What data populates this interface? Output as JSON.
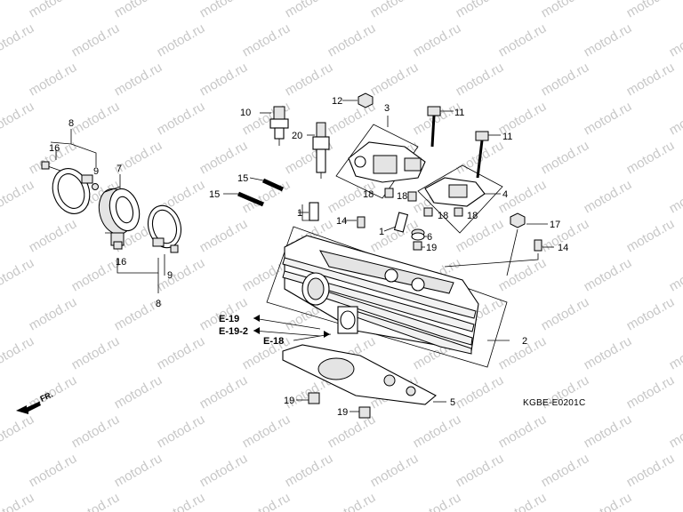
{
  "watermark": {
    "text": "motod.ru",
    "color": "#c8c8c8"
  },
  "diagram_code": "KGBE-E0201C",
  "front_indicator": "FR.",
  "part_callouts": {
    "c1a": "1",
    "c1b": "1",
    "c2": "2",
    "c3": "3",
    "c4": "4",
    "c5": "5",
    "c6": "6",
    "c7": "7",
    "c8a": "8",
    "c8b": "8",
    "c9a": "9",
    "c9b": "9",
    "c10": "10",
    "c11a": "11",
    "c11b": "11",
    "c12": "12",
    "c14a": "14",
    "c14b": "14",
    "c15a": "15",
    "c15b": "15",
    "c16a": "16",
    "c16b": "16",
    "c17": "17",
    "c18a": "18",
    "c18b": "18",
    "c18c": "18",
    "c18d": "18",
    "c19a": "19",
    "c19b": "19",
    "c19c": "19",
    "c20": "20"
  },
  "section_refs": {
    "r1": "E-19",
    "r2": "E-19-2",
    "r3": "E-18"
  }
}
